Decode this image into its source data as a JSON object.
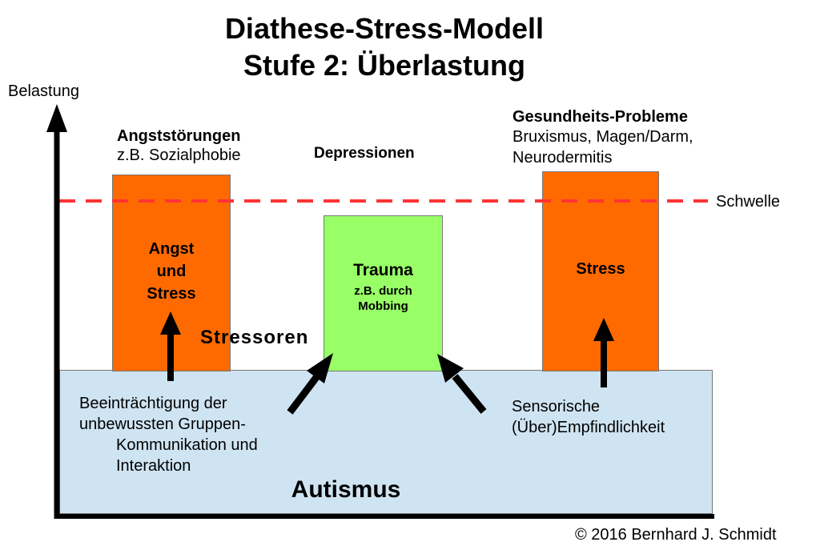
{
  "title": {
    "line1": "Diathese-Stress-Modell",
    "line2": "Stufe 2: Überlastung"
  },
  "axis": {
    "y_label": "Belastung"
  },
  "threshold": {
    "label": "Schwelle",
    "color": "#ff3333"
  },
  "columns": {
    "left": {
      "heading": "Angststörungen",
      "subheading": "z.B. Sozialphobie",
      "box_lines": [
        "Angst",
        "und",
        "Stress"
      ],
      "color": "#ff6a00"
    },
    "middle": {
      "heading": "Depressionen",
      "box_title": "Trauma",
      "box_sub_lines": [
        "z.B. durch",
        "Mobbing"
      ],
      "color": "#99ff66"
    },
    "right": {
      "heading": "Gesundheits-Probleme",
      "sub_lines": [
        "Bruxismus, Magen/Darm,",
        "Neurodermitis"
      ],
      "box_label": "Stress",
      "color": "#ff6a00"
    }
  },
  "stressors_label": "Stressoren",
  "base": {
    "label": "Autismus",
    "color": "#cfe4f2",
    "left_text_lines": [
      "Beeinträchtigung der",
      "unbewussten Gruppen-",
      "Kommunikation und",
      "Interaktion"
    ],
    "right_text_lines": [
      "Sensorische",
      "(Über)Empfindlichkeit"
    ]
  },
  "copyright": "© 2016 Bernhard J. Schmidt"
}
